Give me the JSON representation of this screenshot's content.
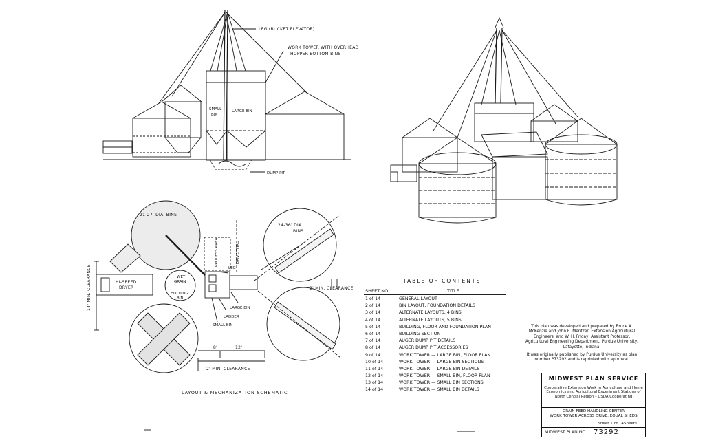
{
  "elevation": {
    "leg_label": "LEG (BUCKET ELEVATOR)",
    "tower_label_1": "WORK TOWER WITH OVERHEAD",
    "tower_label_2": "HOPPER-BOTTOM BINS",
    "small_bin_1": "SMALL",
    "small_bin_2": "BIN",
    "large_bin": "LARGE BIN",
    "dump_pit": "DUMP PIT"
  },
  "schematic": {
    "bins_small": "21-27' DIA. BINS",
    "bins_large_1": "24-36' DIA.",
    "bins_large_2": "BINS",
    "drive_thru": "DRIVE THRU",
    "process_area": "PROCESS AREA",
    "leg": "LEG",
    "hi_speed_1": "HI-SPEED",
    "hi_speed_2": "DRYER",
    "wet_grain_1": "WET",
    "wet_grain_2": "GRAIN",
    "holding_1": "HOLDING",
    "holding_2": "BIN",
    "large_bin": "LARGE BIN",
    "ladder": "LADDER",
    "small_bin": "SMALL BIN",
    "clearance_left": "14' MIN. CLEARANCE",
    "clearance_right": "2' MIN. CLEARANCE",
    "clearance_bottom": "2' MIN. CLEARANCE",
    "dim_8": "8'",
    "dim_12": "12'",
    "caption": "LAYOUT & MECHANIZATION SCHEMATIC"
  },
  "toc": {
    "heading": "TABLE OF CONTENTS",
    "col_sheet": "SHEET NO",
    "col_title": "TITLE",
    "rows": [
      {
        "n": "1 of 14",
        "t": "GENERAL LAYOUT"
      },
      {
        "n": "2 of 14",
        "t": "BIN LAYOUT, FOUNDATION DETAILS"
      },
      {
        "n": "3 of 14",
        "t": "ALTERNATE LAYOUTS, 4 BINS"
      },
      {
        "n": "4 of 14",
        "t": "ALTERNATE LAYOUTS, 5 BINS"
      },
      {
        "n": "5 of 14",
        "t": "BUILDING, FLOOR AND FOUNDATION PLAN"
      },
      {
        "n": "6 of 14",
        "t": "BUILDING SECTION"
      },
      {
        "n": "7 of 14",
        "t": "AUGER DUMP PIT DETAILS"
      },
      {
        "n": "8 of 14",
        "t": "AUGER DUMP PIT ACCESSORIES"
      },
      {
        "n": "9 of 14",
        "t": "WORK TOWER — LARGE BIN, FLOOR PLAN"
      },
      {
        "n": "10 of 14",
        "t": "WORK TOWER — LARGE BIN SECTIONS"
      },
      {
        "n": "11 of 14",
        "t": "WORK TOWER — LARGE BIN DETAILS"
      },
      {
        "n": "12 of 14",
        "t": "WORK TOWER — SMALL BIN, FLOOR PLAN"
      },
      {
        "n": "13 of 14",
        "t": "WORK TOWER — SMALL BIN SECTIONS"
      },
      {
        "n": "14 of 14",
        "t": "WORK TOWER — SMALL BIN DETAILS"
      }
    ]
  },
  "notes": {
    "credits": "This plan was developed and prepared by Bruce A. McKenzie and John E. Mentzer, Extension Agricultural Engineers, and W. H. Friday, Assistant Professor, Agricultural Engineering Department, Purdue University, Lafayette, Indiana.",
    "origin": "It was originally published by Purdue University as plan number P73292 and is reprinted with approval."
  },
  "title_block": {
    "header": "MIDWEST PLAN SERVICE",
    "coop": "Cooperative Extension Work in Agriculture and Home Economics and Agricultural Experiment Stations of North Central Region – USDA Cooperating",
    "title_1": "GRAIN-FEED HANDLING CENTER",
    "title_2": "WORK TOWER ACROSS DRIVE, EQUAL SHEDS",
    "sheet": "Sheet 1 of 14Sheets",
    "plan_label": "MIDWEST PLAN NO.",
    "plan_no": "73292"
  }
}
